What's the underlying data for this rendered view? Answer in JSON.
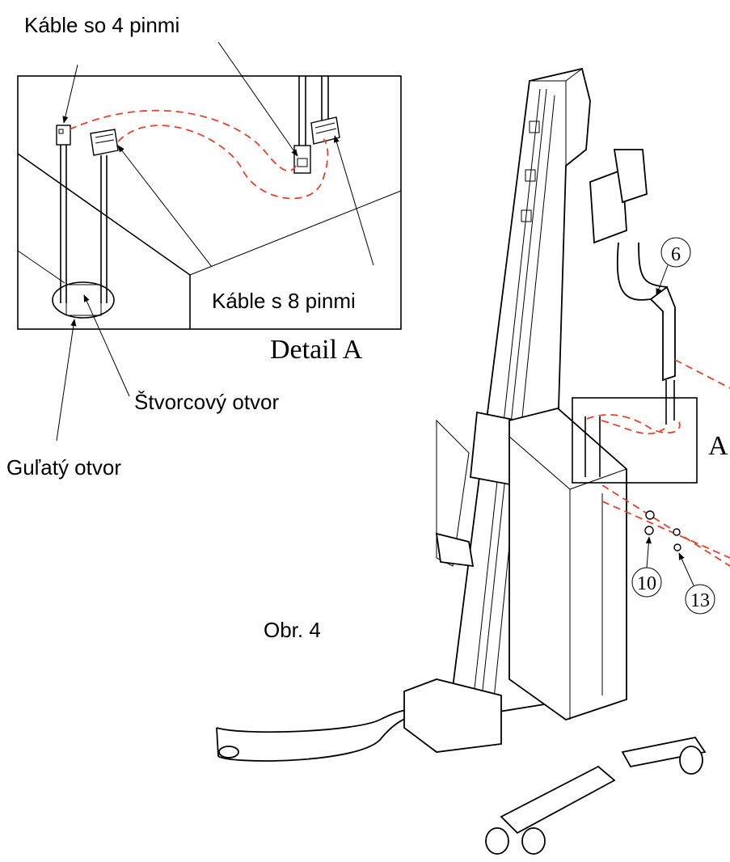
{
  "labels": {
    "cable_4pin": "Káble so 4 pinmi",
    "cable_8pin": "Káble s 8 pinmi",
    "square_hole": "Štvorcový otvor",
    "round_hole": "Guľatý otvor",
    "detail": "Detail  A",
    "detail_marker": "A",
    "figure": "Obr. 4"
  },
  "callouts": {
    "part_6": "6",
    "part_10": "10",
    "part_13": "13"
  },
  "colors": {
    "cable_path": "#e8402a",
    "line": "#000000"
  }
}
